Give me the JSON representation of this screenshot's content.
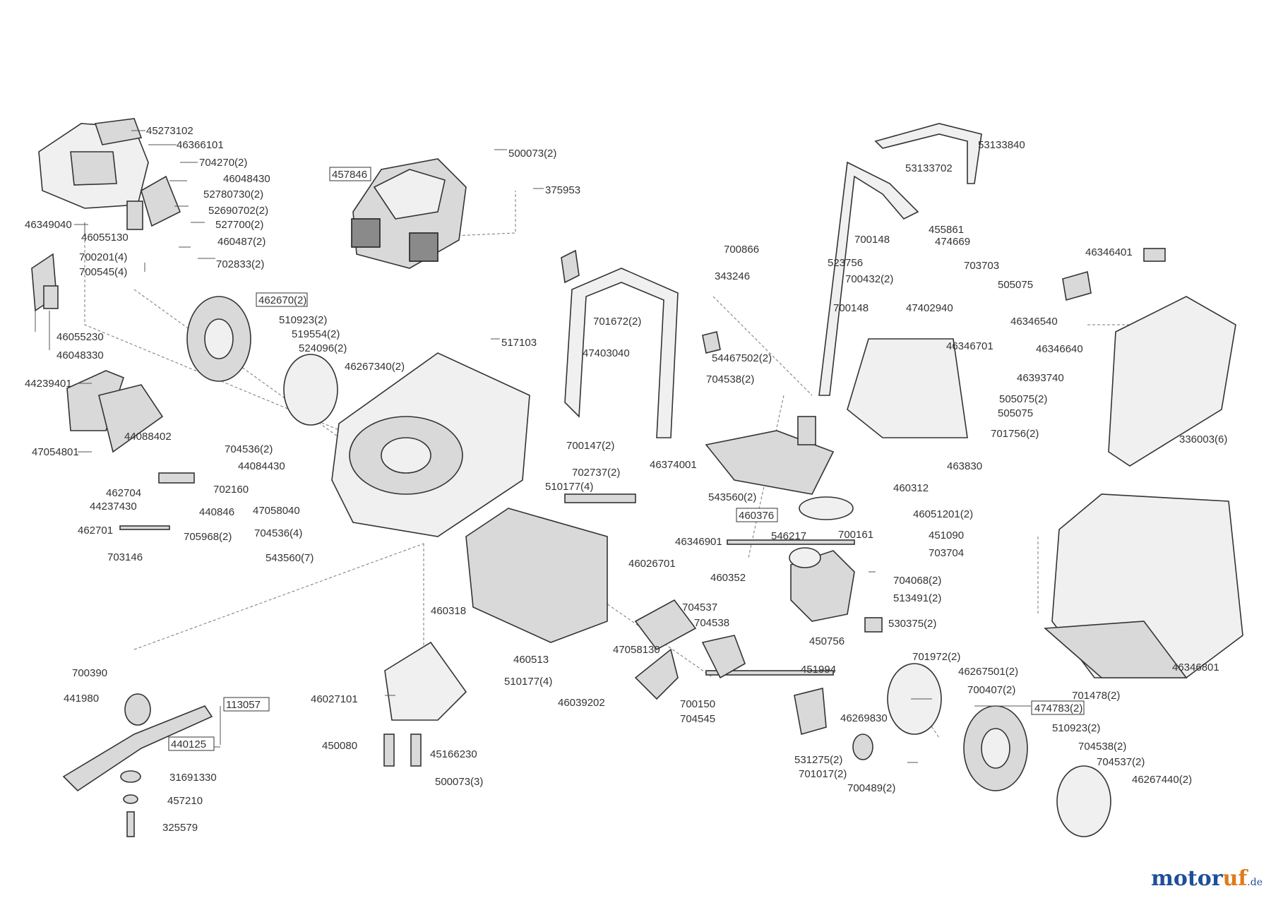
{
  "watermark": {
    "brand_main": "motor",
    "brand_accent": "uf",
    "tld": ".de"
  },
  "colors": {
    "line": "#333333",
    "part_fill": "#d9d9d9",
    "brand_blue": "#1f4e9a",
    "brand_orange": "#e07a1a"
  },
  "labels": [
    "45273102",
    "46366101",
    "704270(2)",
    "46048430",
    "52780730(2)",
    "52690702(2)",
    "527700(2)",
    "460487(2)",
    "46349040",
    "46055130",
    "700201(4)",
    "700545(4)",
    "702833(2)",
    "46055230",
    "46048330",
    "500073(2)",
    "457846",
    "375953",
    "462670(2)",
    "510923(2)",
    "519554(2)",
    "524096(2)",
    "46267340(2)",
    "44239401",
    "47054801",
    "44088402",
    "704536(2)",
    "44084430",
    "702160",
    "462704",
    "44237430",
    "440846",
    "462701",
    "705968(2)",
    "703146",
    "517103",
    "47058040",
    "704536(4)",
    "543560(7)",
    "700147(2)",
    "702737(2)",
    "510177(4)",
    "53133840",
    "53133702",
    "700866",
    "455861",
    "700148",
    "474669",
    "523756",
    "703703",
    "343246",
    "700432(2)",
    "700148",
    "47402940",
    "701672(2)",
    "47403040",
    "54467502(2)",
    "704538(2)",
    "46346401",
    "505075",
    "46346540",
    "46346640",
    "46346701",
    "46393740",
    "505075(2)",
    "505075",
    "701756(2)",
    "336003(6)",
    "46374001",
    "463830",
    "543560(2)",
    "460376",
    "460312",
    "46051201(2)",
    "451090",
    "703704",
    "46346901",
    "546217",
    "700161",
    "460352",
    "46026701",
    "704068(2)",
    "513491(2)",
    "460318",
    "704537",
    "704538",
    "530375(2)",
    "450756",
    "451994",
    "460513",
    "47058130",
    "510177(4)",
    "46039202",
    "700150",
    "704545",
    "701972(2)",
    "46267501(2)",
    "700407(2)",
    "474783(2)",
    "46269830",
    "510923(2)",
    "704538(2)",
    "704537(2)",
    "46267440(2)",
    "531275(2)",
    "701017(2)",
    "700489(2)",
    "46346801",
    "701478(2)",
    "700390",
    "441980",
    "113057",
    "440125",
    "31691330",
    "457210",
    "325579",
    "46027101",
    "450080",
    "45166230",
    "500073(3)"
  ]
}
